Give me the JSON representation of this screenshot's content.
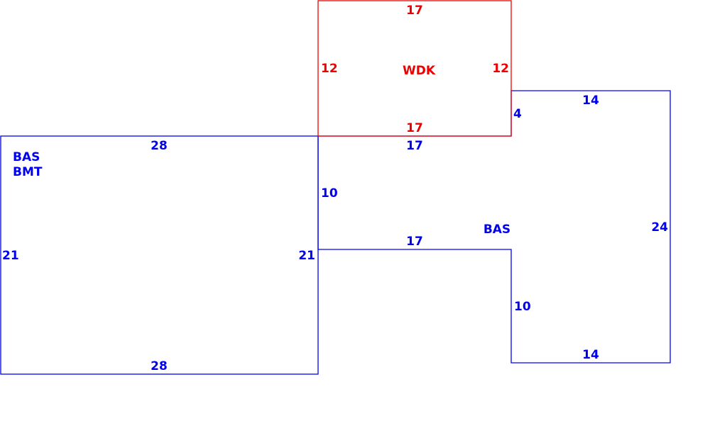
{
  "colors": {
    "main": "#0000ee",
    "deck": "#ee0000"
  },
  "deck": {
    "label": "WDK",
    "top": "17",
    "left": "12",
    "right": "12",
    "bottom": "17"
  },
  "left_area": {
    "label1": "BAS",
    "label2": "BMT",
    "top": "28",
    "left": "21",
    "right": "21",
    "bottom": "28"
  },
  "right_area": {
    "label": "BAS",
    "top_inner": "17",
    "left_inner": "10",
    "bottom_inner": "17",
    "step_up": "4",
    "top_right": "14",
    "right": "24",
    "step_down": "10",
    "bottom_right": "14"
  }
}
